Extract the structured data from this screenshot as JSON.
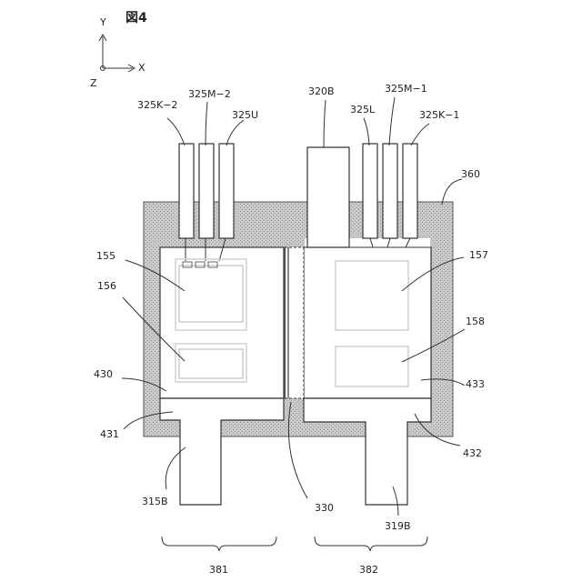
{
  "figure": {
    "title": "図4",
    "axes": {
      "y": "Y",
      "x": "X",
      "z": "Z"
    },
    "labels": {
      "l325K2": "325K−2",
      "l325M2": "325M−2",
      "l325U": "325U",
      "l320B": "320B",
      "l325M1": "325M−1",
      "l325L": "325L",
      "l325K1": "325K−1",
      "l360": "360",
      "l155": "155",
      "l157": "157",
      "l156": "156",
      "l158": "158",
      "l430": "430",
      "l433": "433",
      "l431": "431",
      "l432": "432",
      "l315B": "315B",
      "l330": "330",
      "l319B": "319B",
      "l381": "381",
      "l382": "382"
    }
  },
  "colors": {
    "mold": "#c8c8c8",
    "line": "#333333",
    "chip": "#cfcfcf"
  }
}
